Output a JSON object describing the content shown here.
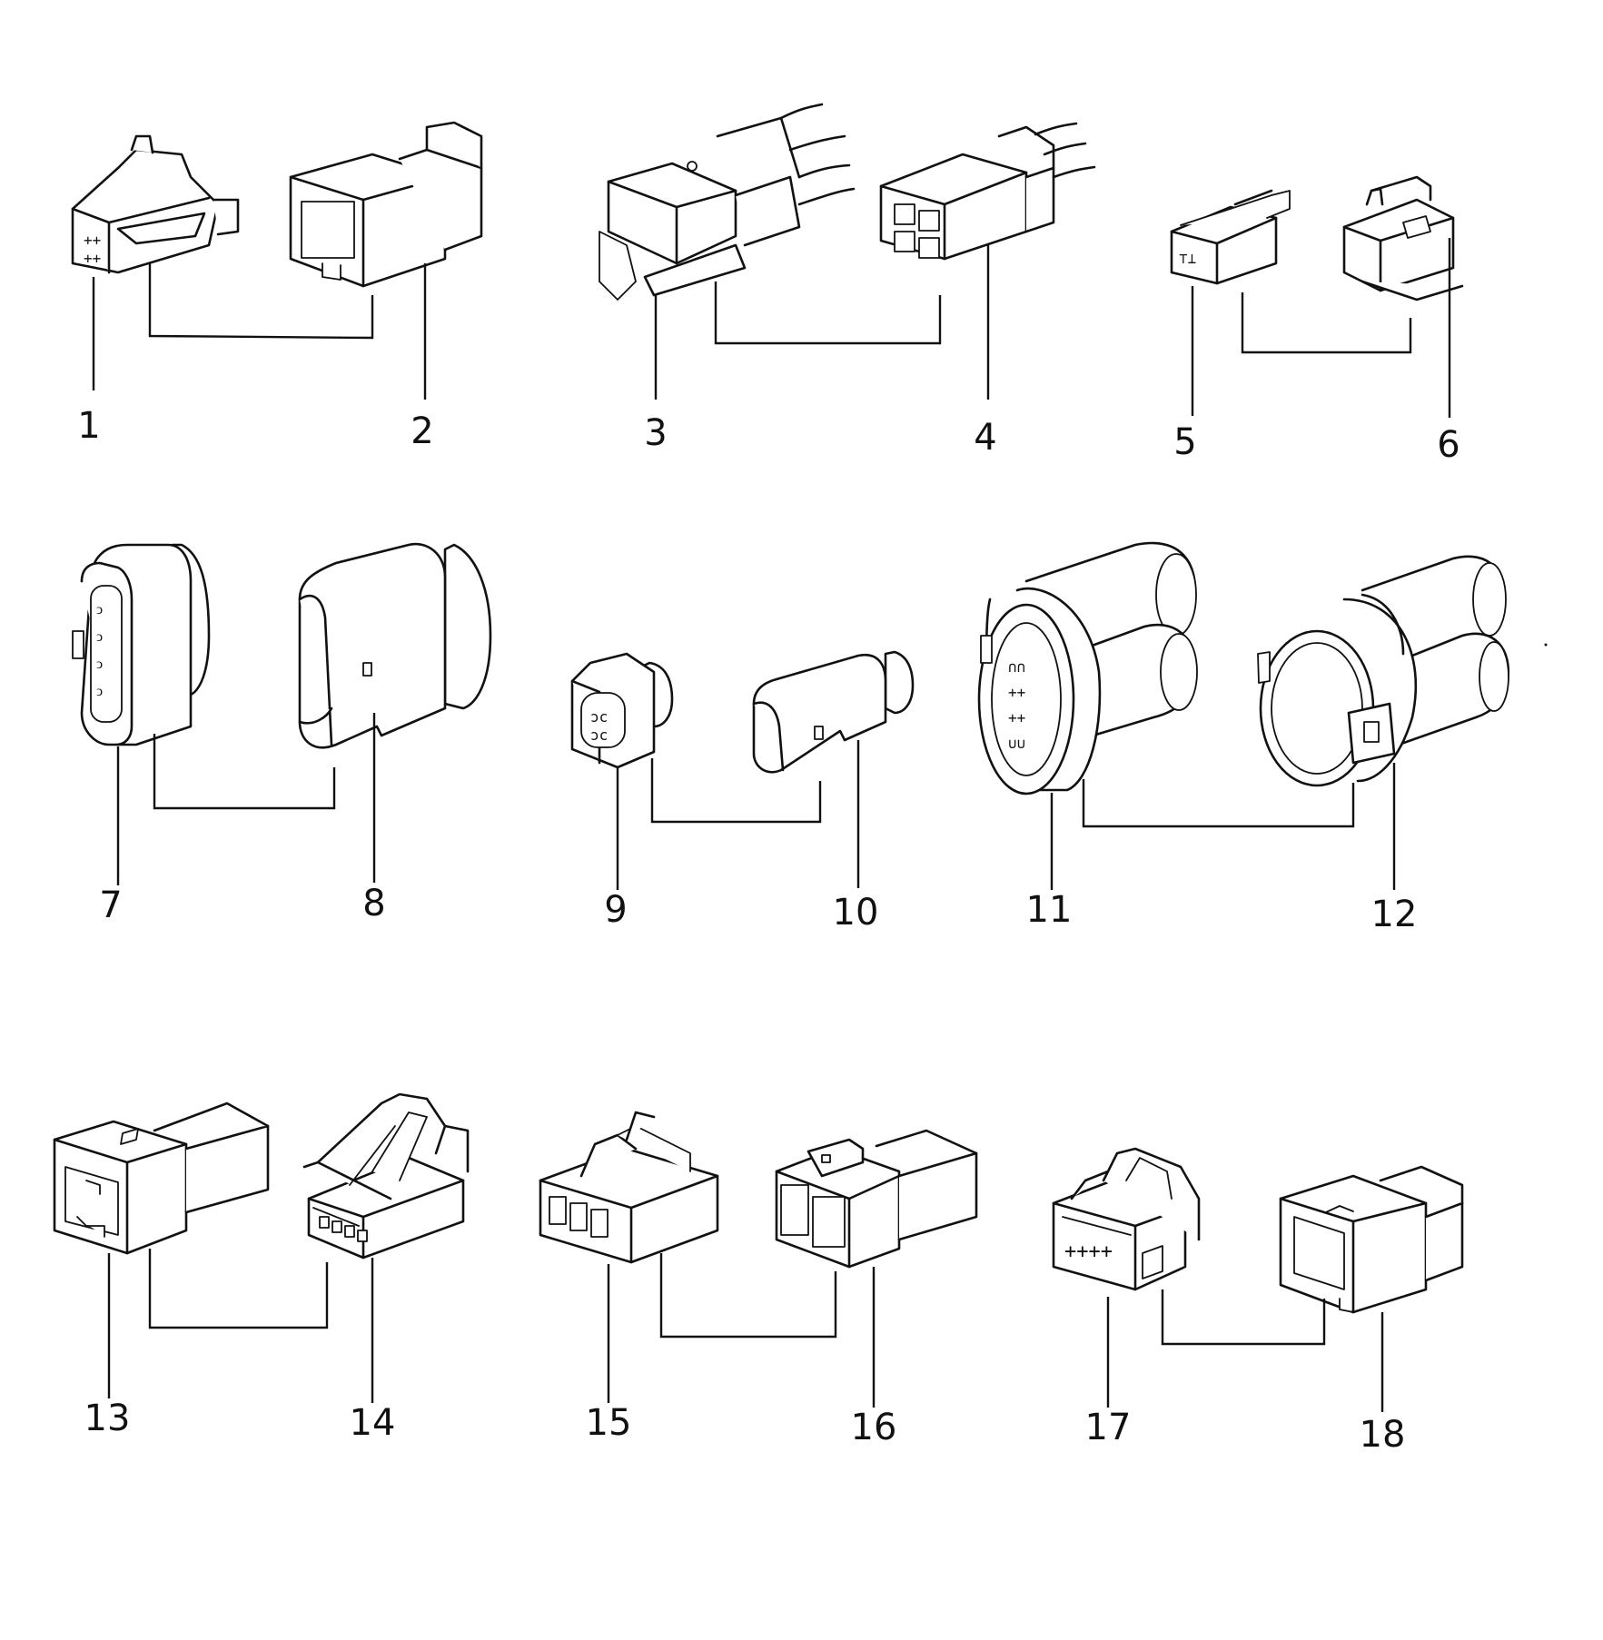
{
  "callouts": [
    {
      "id": 1,
      "label": "1"
    },
    {
      "id": 2,
      "label": "2"
    },
    {
      "id": 3,
      "label": "3"
    },
    {
      "id": 4,
      "label": "4"
    },
    {
      "id": 5,
      "label": "5"
    },
    {
      "id": 6,
      "label": "6"
    },
    {
      "id": 7,
      "label": "7"
    },
    {
      "id": 8,
      "label": "8"
    },
    {
      "id": 9,
      "label": "9"
    },
    {
      "id": 10,
      "label": "10"
    },
    {
      "id": 11,
      "label": "11"
    },
    {
      "id": 12,
      "label": "12"
    },
    {
      "id": 13,
      "label": "13"
    },
    {
      "id": 14,
      "label": "14"
    },
    {
      "id": 15,
      "label": "15"
    },
    {
      "id": 16,
      "label": "16"
    },
    {
      "id": 17,
      "label": "17"
    },
    {
      "id": 18,
      "label": "18"
    }
  ],
  "pairs": [
    [
      1,
      2
    ],
    [
      3,
      4
    ],
    [
      5,
      6
    ],
    [
      7,
      8
    ],
    [
      9,
      10
    ],
    [
      11,
      12
    ],
    [
      13,
      14
    ],
    [
      15,
      16
    ],
    [
      17,
      18
    ]
  ],
  "colors": {
    "ink": "#111111",
    "paper": "#ffffff"
  }
}
